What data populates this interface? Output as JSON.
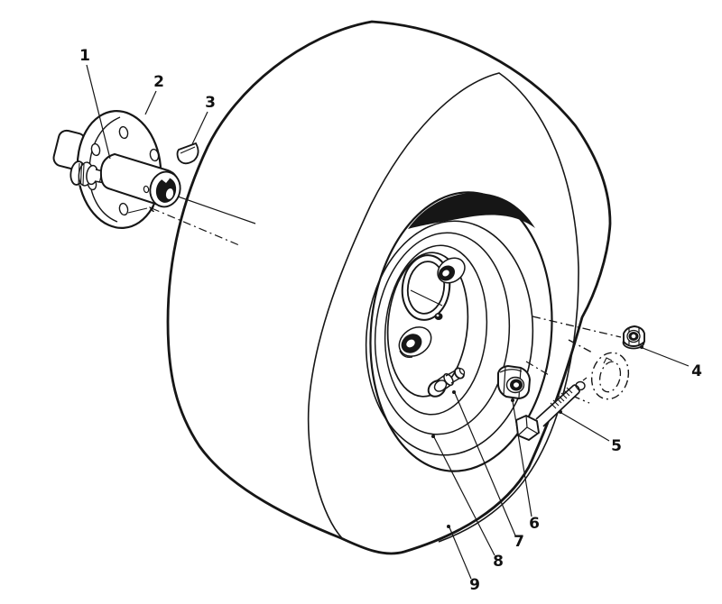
{
  "page": {
    "background_color": "#ffffff",
    "line_color": "#161616"
  },
  "diagram": {
    "kind": "exploded-parts-line-drawing",
    "subject": "wheel-and-hub-assembly",
    "keyway_marker": "x",
    "parts": [
      {
        "label": "1"
      },
      {
        "label": "2"
      },
      {
        "label": "3"
      },
      {
        "label": "4"
      },
      {
        "label": "5"
      },
      {
        "label": "6"
      },
      {
        "label": "7"
      },
      {
        "label": "8"
      },
      {
        "label": "9"
      }
    ]
  }
}
